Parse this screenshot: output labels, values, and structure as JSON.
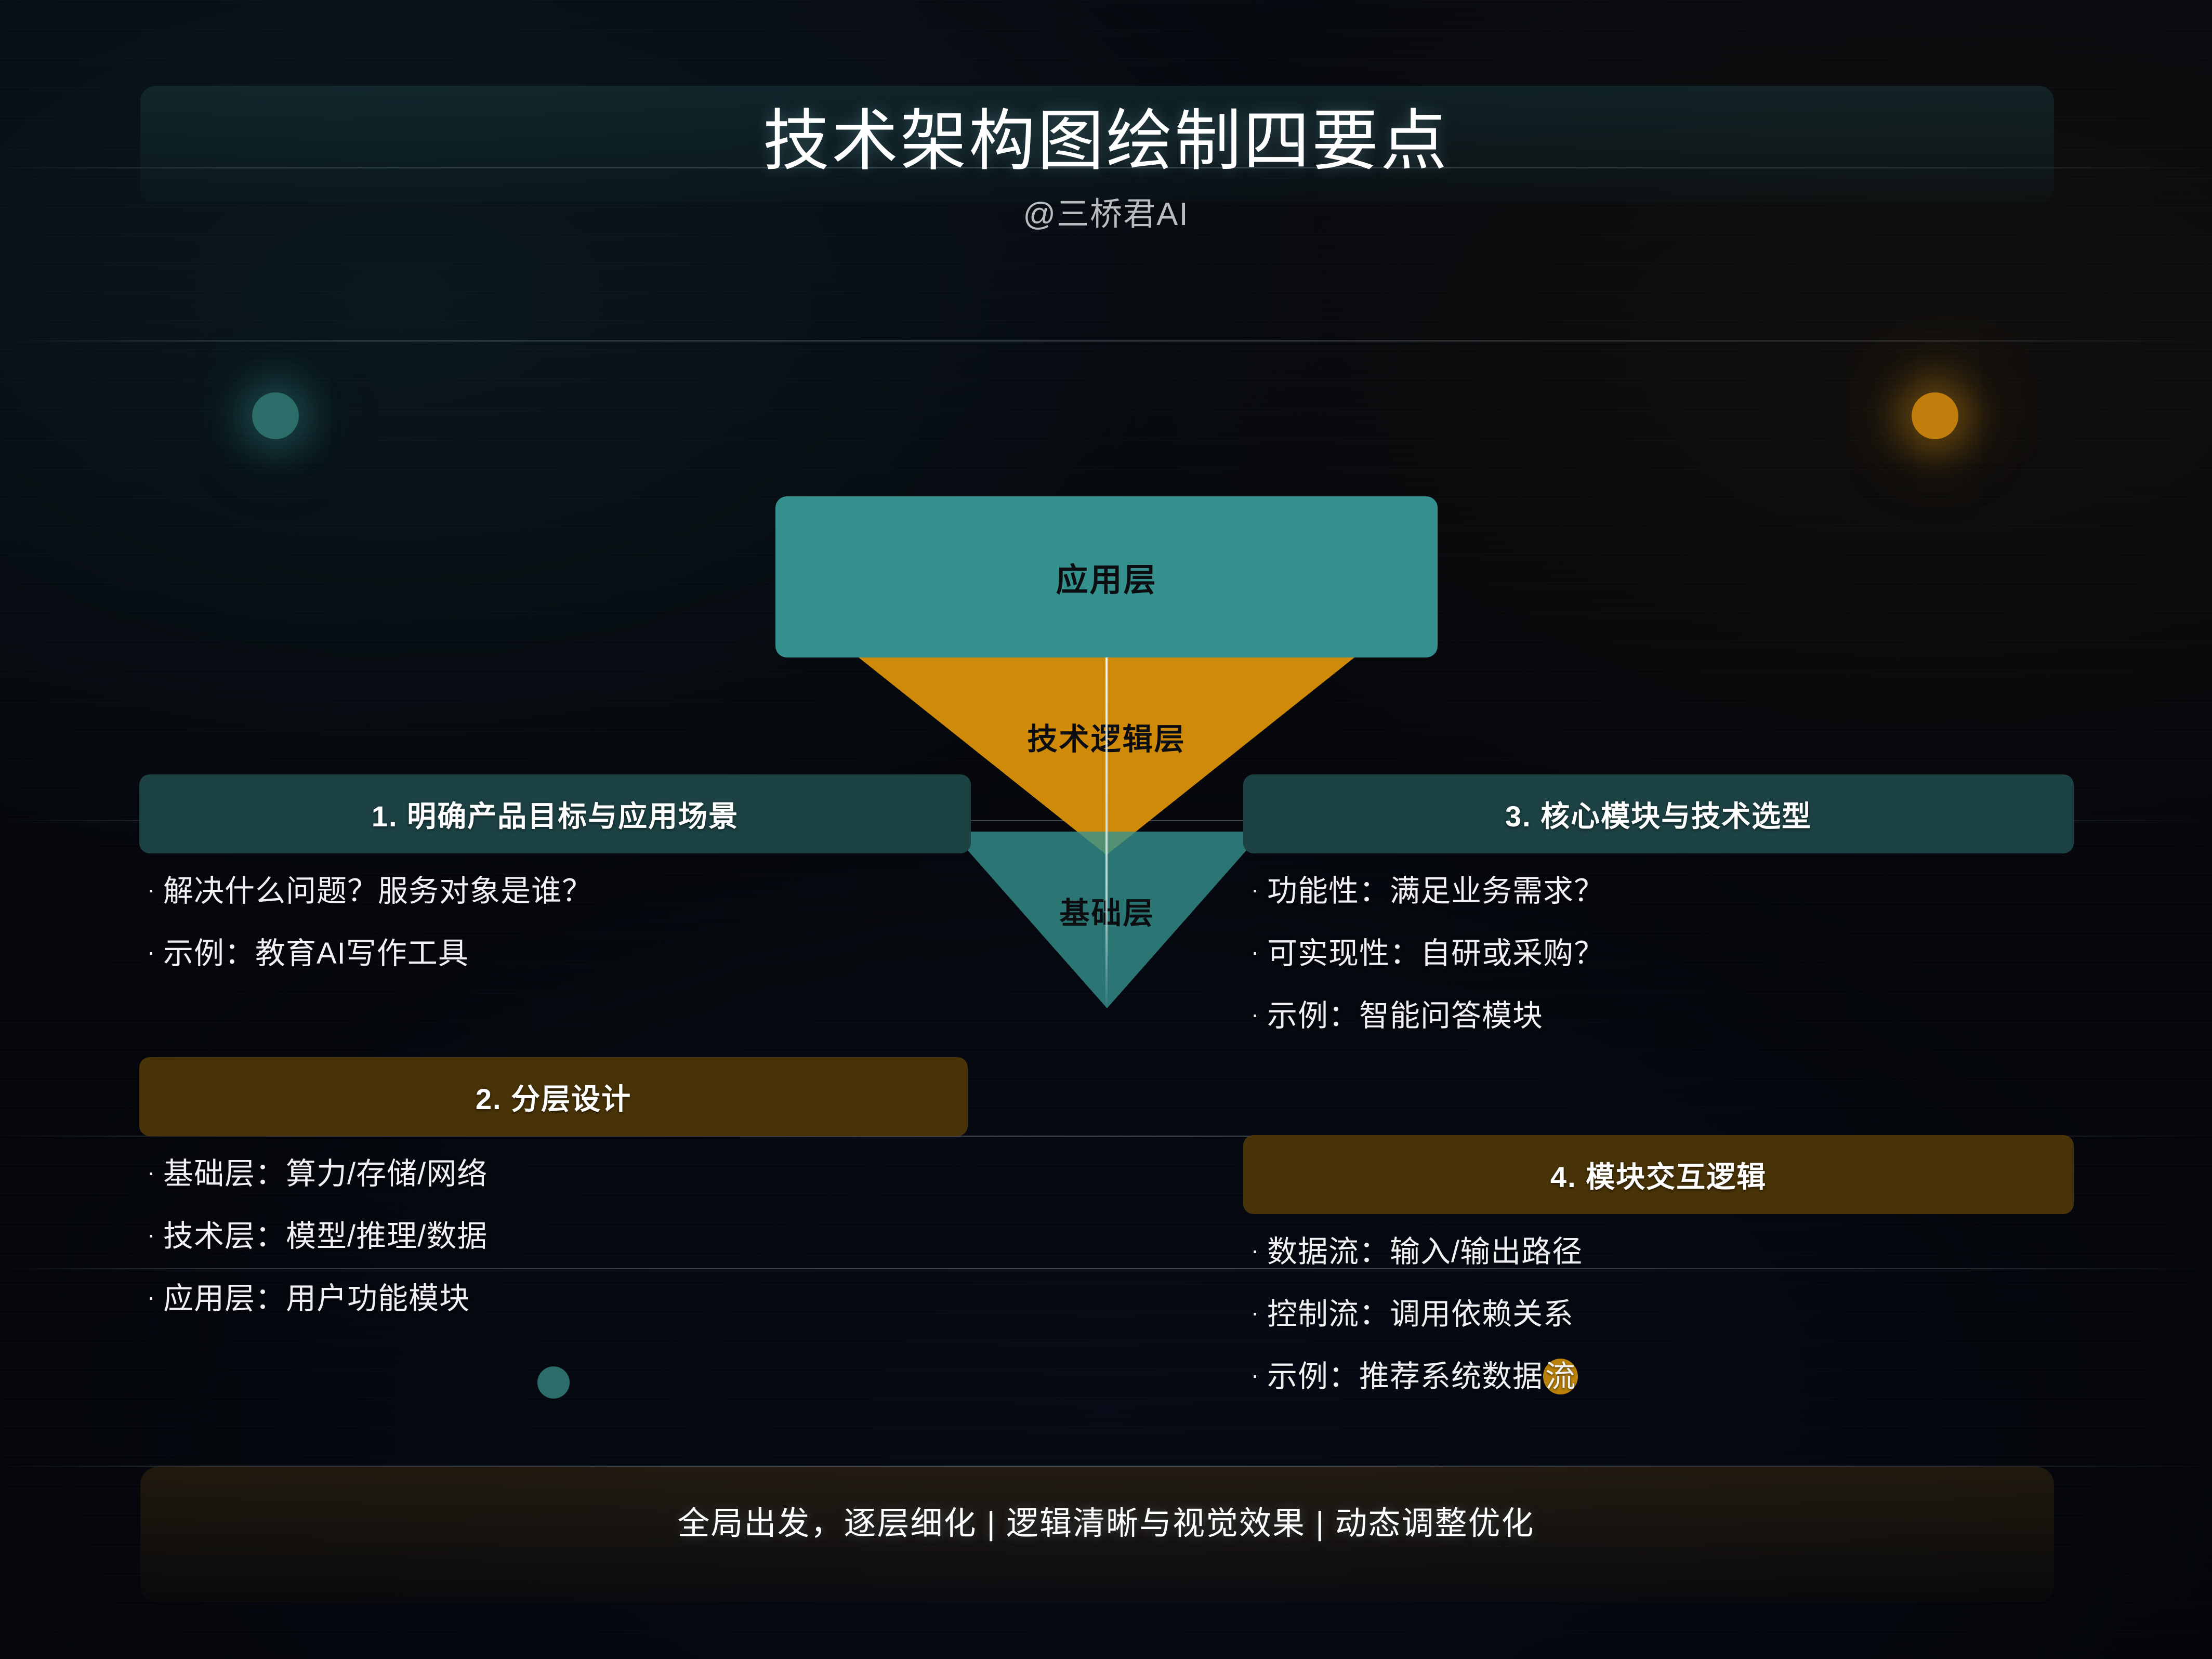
{
  "header": {
    "title": "技术架构图绘制四要点",
    "subtitle": "@三桥君AI"
  },
  "funnel": {
    "layers": [
      {
        "label": "应用层",
        "shape": "rectangle",
        "color": "#35918e"
      },
      {
        "label": "技术逻辑层",
        "shape": "triangle-down",
        "color": "#cf8a09"
      },
      {
        "label": "基础层",
        "shape": "triangle-down",
        "color": "#35918e"
      }
    ]
  },
  "panels": [
    {
      "title": "1. 明确产品目标与应用场景",
      "accent": "#1d4244",
      "bullets": [
        {
          "marker": "·",
          "text": "解决什么问题？服务对象是谁？"
        },
        {
          "marker": "·",
          "text": "示例：教育AI写作工具"
        }
      ]
    },
    {
      "title": "2. 分层设计",
      "accent": "#493308",
      "bullets": [
        {
          "marker": "·",
          "text": "基础层：算力/存储/网络"
        },
        {
          "marker": "·",
          "text": "技术层：模型/推理/数据"
        },
        {
          "marker": "·",
          "text": "应用层：用户功能模块"
        }
      ]
    },
    {
      "title": "3. 核心模块与技术选型",
      "accent": "#1d4244",
      "bullets": [
        {
          "marker": "·",
          "text": "功能性：满足业务需求？"
        },
        {
          "marker": "·",
          "text": "可实现性：自研或采购？"
        },
        {
          "marker": "·",
          "text": "示例：智能问答模块"
        }
      ]
    },
    {
      "title": "4. 模块交互逻辑",
      "accent": "#493308",
      "bullets": [
        {
          "marker": "·",
          "text": "数据流：输入/输出路径"
        },
        {
          "marker": "·",
          "text": "控制流：调用依赖关系"
        },
        {
          "marker": "·",
          "text": "示例：推荐系统数据",
          "highlight": "流",
          "highlight_color": "#bb820a"
        }
      ]
    }
  ],
  "footer": {
    "text": "全局出发，逐层细化 | 逻辑清晰与视觉效果 | 动态调整优化"
  },
  "decorations": {
    "dots": [
      {
        "name": "teal-left",
        "color": "#2c6d6a",
        "glow": true
      },
      {
        "name": "orange-right",
        "color": "#c07f0c",
        "glow": true
      },
      {
        "name": "teal-bottom",
        "color": "#2c6d6a",
        "glow": false
      }
    ]
  }
}
